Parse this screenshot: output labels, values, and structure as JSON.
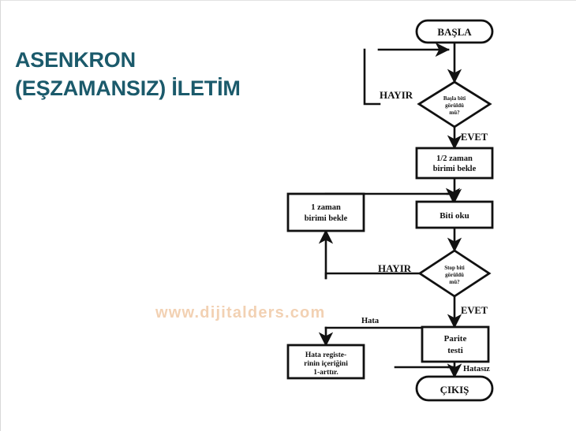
{
  "slide": {
    "title": "ASENKRON\n(EŞZAMANSIZ) İLETİM",
    "title_color": "#1b5a6b",
    "background_color": "#ffffff"
  },
  "watermark": {
    "text": "www.dijitalders.com",
    "color": "#f0c9a6"
  },
  "flowchart": {
    "stroke_color": "#000000",
    "fill_color": "#ffffff",
    "nodes": [
      {
        "id": "start",
        "type": "terminal",
        "label": "BAŞLA"
      },
      {
        "id": "dec_start",
        "type": "decision",
        "label": "Başla biti\ngörüldü\nmü?",
        "line1": "Başla biti",
        "line2": "görüldü",
        "line3": "mü?"
      },
      {
        "id": "half_wait",
        "type": "process",
        "label": "1/2 zaman\nbirimi bekle",
        "line1": "1/2 zaman",
        "line2": "birimi bekle"
      },
      {
        "id": "read_bit",
        "type": "process",
        "label": "Biti oku",
        "line1": "Biti oku"
      },
      {
        "id": "one_wait",
        "type": "process",
        "label": "1 zaman\nbirimi bekle",
        "line1": "1 zaman",
        "line2": "birimi bekle"
      },
      {
        "id": "dec_stop",
        "type": "decision",
        "label": "Stop biti\ngörüldü\nmü?",
        "line1": "Stop biti",
        "line2": "görüldü",
        "line3": "mü?"
      },
      {
        "id": "parity",
        "type": "process",
        "label": "Parite\ntesti",
        "line1": "Parite",
        "line2": "testi"
      },
      {
        "id": "err_reg",
        "type": "process",
        "label": "Hata registe-\nrinin içeriğini\n1-arttır.",
        "line1": "Hata registe-",
        "line2": "rinin içeriğini",
        "line3": "1-arttır."
      },
      {
        "id": "exit",
        "type": "terminal",
        "label": "ÇIKIŞ"
      }
    ],
    "edge_labels": [
      {
        "id": "no_start",
        "text": "HAYIR"
      },
      {
        "id": "yes_start",
        "text": "EVET"
      },
      {
        "id": "no_stop",
        "text": "HAYIR"
      },
      {
        "id": "yes_stop",
        "text": "EVET"
      },
      {
        "id": "error",
        "text": "Hata"
      },
      {
        "id": "no_error",
        "text": "Hatasız"
      }
    ]
  }
}
